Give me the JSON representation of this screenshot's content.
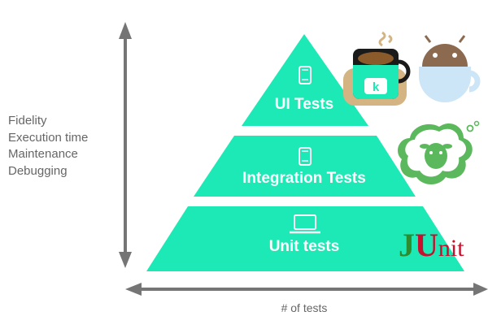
{
  "metrics_label": [
    "Fidelity",
    "Execution time",
    "Maintenance",
    "Debugging"
  ],
  "x_axis_label": "# of tests",
  "tiers": [
    {
      "label": "UI Tests",
      "icon": "phone-icon"
    },
    {
      "label": "Integration Tests",
      "icon": "phone-icon"
    },
    {
      "label": "Unit tests",
      "icon": "laptop-icon"
    }
  ],
  "logos": {
    "junit": {
      "j": "J",
      "u": "U",
      "rest": "nit"
    }
  },
  "colors": {
    "tier_fill": "#1de9b6",
    "arrow": "#757575",
    "label_text": "#666666"
  }
}
